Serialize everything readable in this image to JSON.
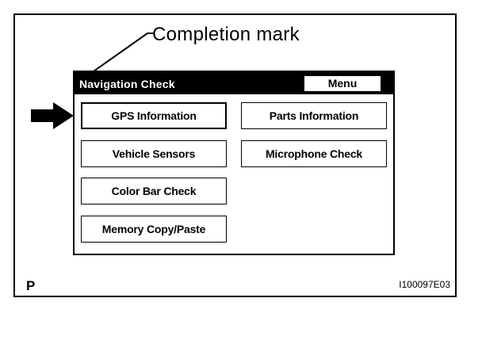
{
  "callout": {
    "text": "Completion mark"
  },
  "screen": {
    "title": "Navigation Check",
    "menu_button": "Menu",
    "options": {
      "gps_information": "GPS Information",
      "parts_information": "Parts Information",
      "vehicle_sensors": "Vehicle Sensors",
      "microphone_check": "Microphone Check",
      "color_bar_check": "Color Bar Check",
      "memory_copy_paste": "Memory Copy/Paste"
    },
    "selected_option": "GPS Information"
  },
  "pointer": {
    "icon": "arrow-right-icon"
  },
  "corner_label": "P",
  "figure_code": "I100097E03"
}
